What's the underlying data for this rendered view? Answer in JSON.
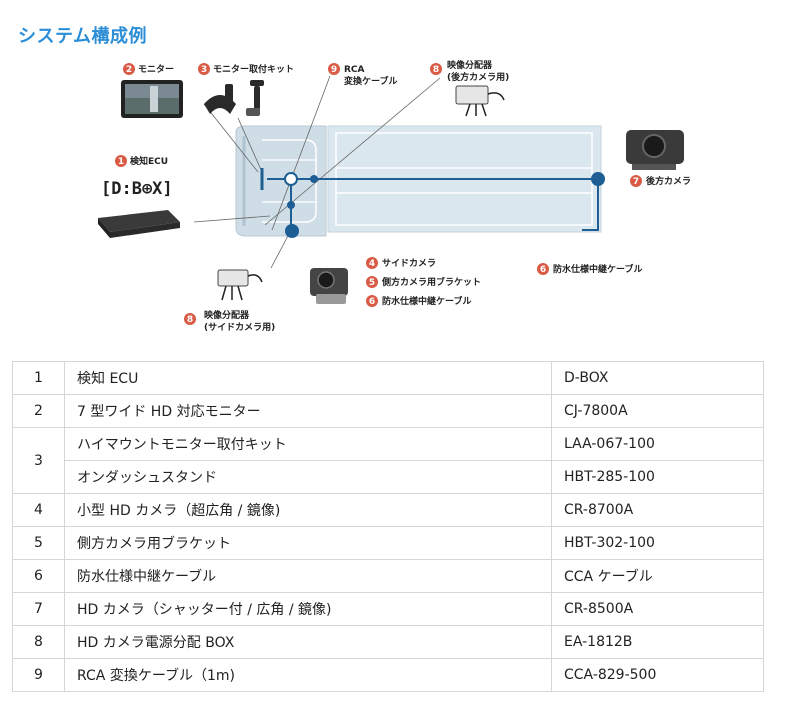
{
  "title": "システム構成例",
  "labels": {
    "ecu_label": "検知ECU",
    "dbox_logo": "[D:B⊕X]",
    "monitor": "モニター",
    "monitor_kit": "モニター取付キット",
    "rca_line1": "RCA",
    "rca_line2": "変換ケーブル",
    "splitter_rear_line1": "映像分配器",
    "splitter_rear_line2": "(後方カメラ用)",
    "rear_camera": "後方カメラ",
    "side_camera": "サイドカメラ",
    "side_bracket": "側方カメラ用ブラケット",
    "cable_left": "防水仕様中継ケーブル",
    "cable_right": "防水仕様中継ケーブル",
    "splitter_side_line1": "映像分配器",
    "splitter_side_line2": "(サイドカメラ用)"
  },
  "badges": {
    "b1": "1",
    "b2": "2",
    "b3": "3",
    "b4": "4",
    "b5": "5",
    "b6a": "6",
    "b6b": "6",
    "b7": "7",
    "b8a": "8",
    "b8b": "8",
    "b9": "9"
  },
  "colors": {
    "title": "#2b8ed6",
    "badge": "#d95b45",
    "wire": "#1d5f94",
    "truck": "#d7e4ec"
  },
  "table": {
    "rows": [
      {
        "no": "1",
        "items": [
          {
            "name": "検知 ECU",
            "model": "D-BOX"
          }
        ]
      },
      {
        "no": "2",
        "items": [
          {
            "name": "7 型ワイド HD 対応モニター",
            "model": "CJ-7800A"
          }
        ]
      },
      {
        "no": "3",
        "items": [
          {
            "name": "ハイマウントモニター取付キット",
            "model": "LAA-067-100"
          },
          {
            "name": "オンダッシュスタンド",
            "model": "HBT-285-100"
          }
        ]
      },
      {
        "no": "4",
        "items": [
          {
            "name": "小型 HD カメラ（超広角 / 鏡像)",
            "model": "CR-8700A"
          }
        ]
      },
      {
        "no": "5",
        "items": [
          {
            "name": "側方カメラ用ブラケット",
            "model": "HBT-302-100"
          }
        ]
      },
      {
        "no": "6",
        "items": [
          {
            "name": "防水仕様中継ケーブル",
            "model": "CCA ケーブル"
          }
        ]
      },
      {
        "no": "7",
        "items": [
          {
            "name": "HD カメラ（シャッター付 / 広角 / 鏡像)",
            "model": "CR-8500A"
          }
        ]
      },
      {
        "no": "8",
        "items": [
          {
            "name": "HD カメラ電源分配 BOX",
            "model": "EA-1812B"
          }
        ]
      },
      {
        "no": "9",
        "items": [
          {
            "name": "RCA 変換ケーブル（1m)",
            "model": "CCA-829-500"
          }
        ]
      }
    ]
  }
}
